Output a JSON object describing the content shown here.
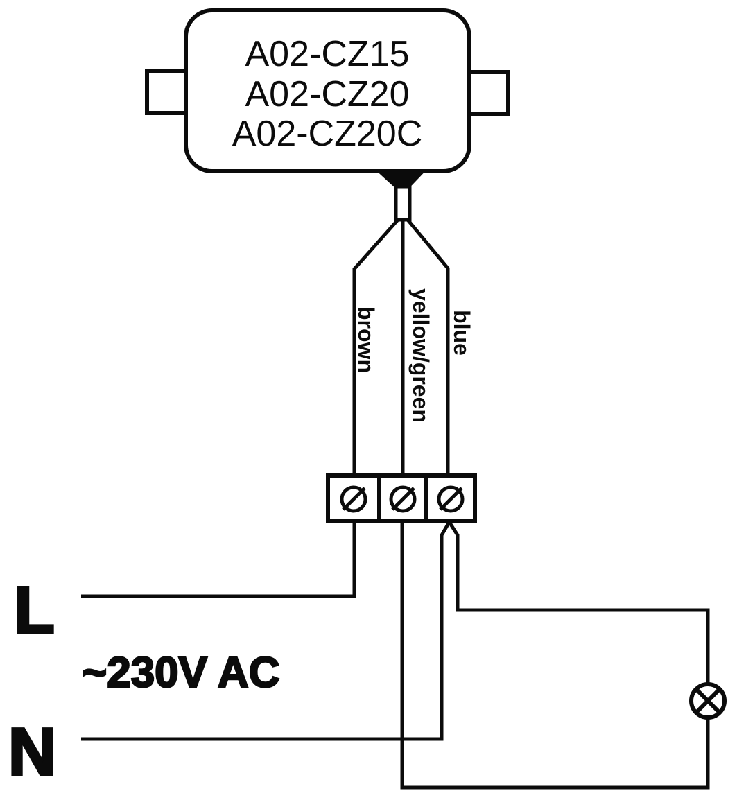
{
  "device": {
    "models": [
      "A02-CZ15",
      "A02-CZ20",
      "A02-CZ20C"
    ]
  },
  "cable": {
    "wires": [
      {
        "id": "brown",
        "label": "brown"
      },
      {
        "id": "yellow-green",
        "label": "yellow/green"
      },
      {
        "id": "blue",
        "label": "blue"
      }
    ]
  },
  "terminal_block": {
    "terminal_count": 3,
    "screw_icon": "screw-icon"
  },
  "supply": {
    "line_label": "L",
    "neutral_label": "N",
    "voltage_label": "~230V AC"
  },
  "load": {
    "icon": "lamp-icon"
  },
  "colors": {
    "stroke": "#0b0b0b",
    "background": "#ffffff"
  }
}
